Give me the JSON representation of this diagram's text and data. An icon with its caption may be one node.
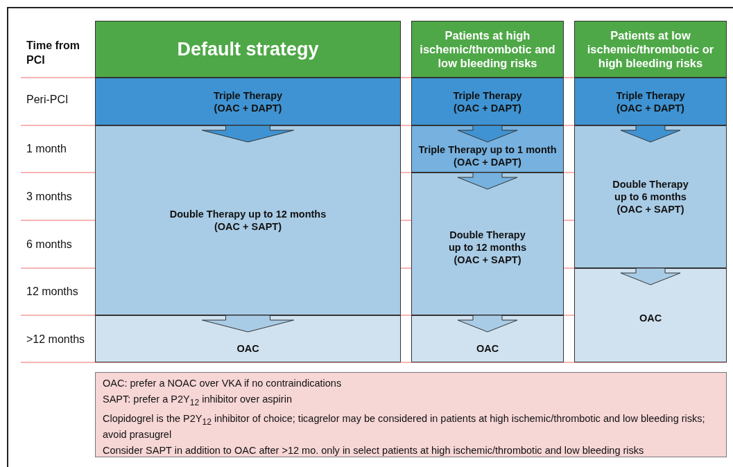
{
  "diagram": {
    "nodes": [
      {
        "text": [
          "Default strategy"
        ]
      },
      {
        "text": [
          "Triple Therapy (OAC + DAPT)"
        ]
      },
      {
        "text": [
          "Double Therapy up to 12 months (OAC + SAPT)"
        ]
      },
      {
        "text": [
          "OAC"
        ]
      },
      {
        "text": [
          "Patients at high ischemic/thrombotic and low bleeding risks"
        ]
      },
      {
        "text": [
          "Triple Therapy (OAC + DAPT)"
        ]
      },
      {
        "text": [
          "Triple Therapy up to 1 month (OAC + DAPT)"
        ]
      },
      {
        "text": [
          "Double Therapy up to 12 months (OAC + SAPT)"
        ]
      },
      {
        "text": [
          "OAC"
        ]
      },
      {
        "text": [
          "Patients at low ischemic/thrombotic or high bleeding risks"
        ]
      },
      {
        "text": [
          "Triple Therapy (OAC + DAPT)"
        ]
      },
      {
        "text": [
          "Double Therapy up to 6 months (OAC + SAPT)"
        ]
      },
      {
        "text": [
          "OAC"
        ]
      },
      {
        "text": [
          "OAC: prefer a NOAC over VKA if no contraindications",
          "SAPT: prefer a P2Y$_{12}$ inhibitor over aspirin",
          "Clopidogrel is the P2Y$_{12}$ inhibitor of choice; ticagrelor may be considered in patients at high ischemic/thrombotic and low bleeding risks; avoid prasugrel",
          "Consider SAPT in addition to OAC after >12 mo. only in select patients at high ischemic/thrombotic and low bleeding risks"
        ]
      }
    ],
    "edges": [
      {
        "from": 1,
        "to": 2,
        "arrow": "to"
      },
      {
        "from": 2,
        "to": 3,
        "arrow": "to"
      },
      {
        "from": 5,
        "to": 6,
        "arrow": "to"
      },
      {
        "from": 6,
        "to": 7,
        "arrow": "to"
      },
      {
        "from": 7,
        "to": 8,
        "arrow": "to"
      },
      {
        "from": 10,
        "to": 11,
        "arrow": "to"
      },
      {
        "from": 11,
        "to": 12,
        "arrow": "to"
      }
    ],
    "labels": [
      "Time from PCI",
      "Peri-PCI",
      "1 month",
      "3 months",
      "6 months",
      "12 months",
      ">12 months"
    ]
  }
}
